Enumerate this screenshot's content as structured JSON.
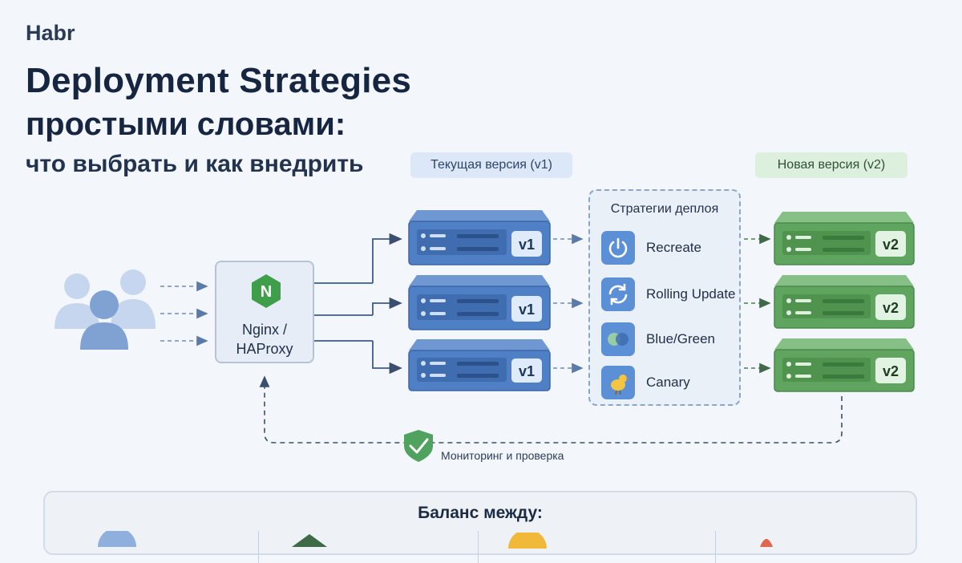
{
  "brand": "Habr",
  "title": {
    "line1": "Deployment Strategies",
    "line2": "простыми словами:",
    "line3": "что выбрать и как внедрить"
  },
  "labels": {
    "current_version": "Текущая версия (v1)",
    "new_version": "Новая версия (v2)"
  },
  "load_balancer": {
    "logo_letter": "N",
    "line1": "Nginx /",
    "line2": "HAProxy"
  },
  "servers_v1": [
    "v1",
    "v1",
    "v1"
  ],
  "servers_v2": [
    "v2",
    "v2",
    "v2"
  ],
  "strategies": {
    "title": "Стратегии деплоя",
    "items": [
      {
        "label": "Recreate",
        "icon": "power-icon"
      },
      {
        "label": "Rolling Update",
        "icon": "refresh-icon"
      },
      {
        "label": "Blue/Green",
        "icon": "blue-green-icon"
      },
      {
        "label": "Canary",
        "icon": "bird-icon"
      }
    ]
  },
  "monitoring": "Мониторинг и проверка",
  "balance_title": "Баланс между:",
  "colors": {
    "v1_blue": "#4f7fc4",
    "v2_green": "#5fa45f",
    "nginx_green": "#3e9e4a",
    "users": "#8fb0dc"
  }
}
